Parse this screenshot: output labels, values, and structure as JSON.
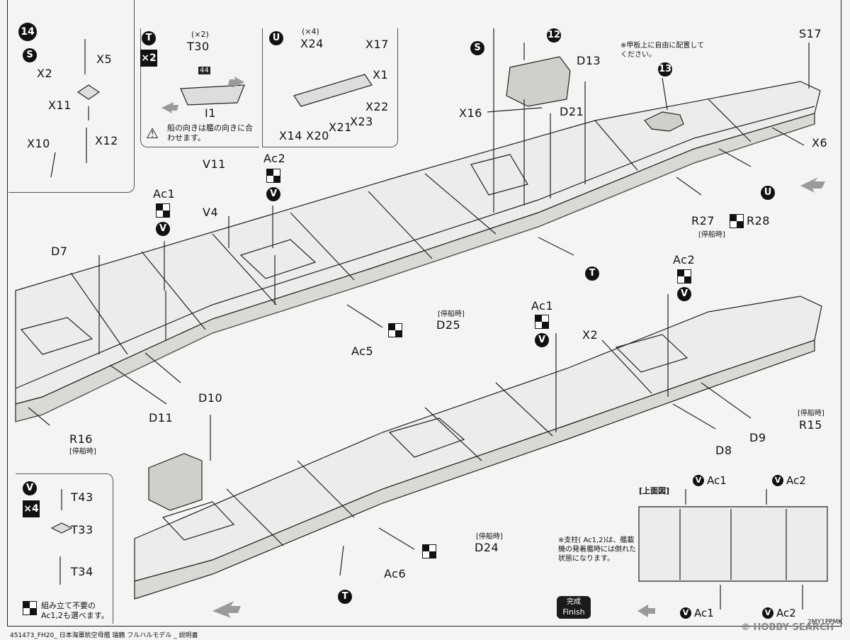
{
  "step": {
    "number": "14"
  },
  "panel_s": {
    "marker": "S",
    "parts": [
      "X5",
      "X2",
      "X11",
      "X10",
      "X12"
    ]
  },
  "panel_t": {
    "marker": "T",
    "qty": "×2",
    "count": "(×2)",
    "part": "T30",
    "num_box": "44",
    "hull": "I1",
    "caution": "船の向きは艦の向きに合わせます。"
  },
  "panel_u": {
    "marker": "U",
    "count": "(×4)",
    "parts": [
      "X24",
      "X17",
      "X1",
      "X22",
      "X14",
      "X20",
      "X21",
      "X23"
    ]
  },
  "panel_v": {
    "marker": "V",
    "qty": "×4",
    "parts": [
      "T43",
      "T33",
      "T34"
    ],
    "note": "組み立て不要のAc1,2も選べます。"
  },
  "upper_view": {
    "title": "[上面図]",
    "labels": [
      "Ac1",
      "Ac2",
      "Ac1",
      "Ac2"
    ],
    "note": "※支柱( Ac1,2)は、艦載機の発着艦時には倒れた状態になります。"
  },
  "callouts": {
    "plane_note": "※甲板上に自由に配置してください。",
    "markers": [
      "12",
      "13",
      "S",
      "T",
      "U",
      "V",
      "T"
    ],
    "parts": [
      "S17",
      "D13",
      "X16",
      "D21",
      "X6",
      "V11",
      "V4",
      "Ac2",
      "Ac1",
      "D7",
      "R27",
      "R28",
      "Ac5",
      "D25",
      "D10",
      "D11",
      "R16",
      "Ac1",
      "Ac2",
      "X2",
      "R15",
      "D9",
      "D8",
      "D24",
      "Ac6"
    ],
    "moored": "[停船時]"
  },
  "finish": {
    "jp": "完成",
    "en": "Finish"
  },
  "footer": {
    "left": "451473_FH20_ 日本海軍航空母艦 瑞鶴 フルハルモデル _ 説明書",
    "right": "2MY1PPMK",
    "watermark": "© HOBBY SEARCH"
  },
  "colors": {
    "ink": "#111111",
    "paper": "#f4f4f2",
    "hull_gray": "#b9b9b9",
    "arrow_gray": "#9a9a9a"
  }
}
